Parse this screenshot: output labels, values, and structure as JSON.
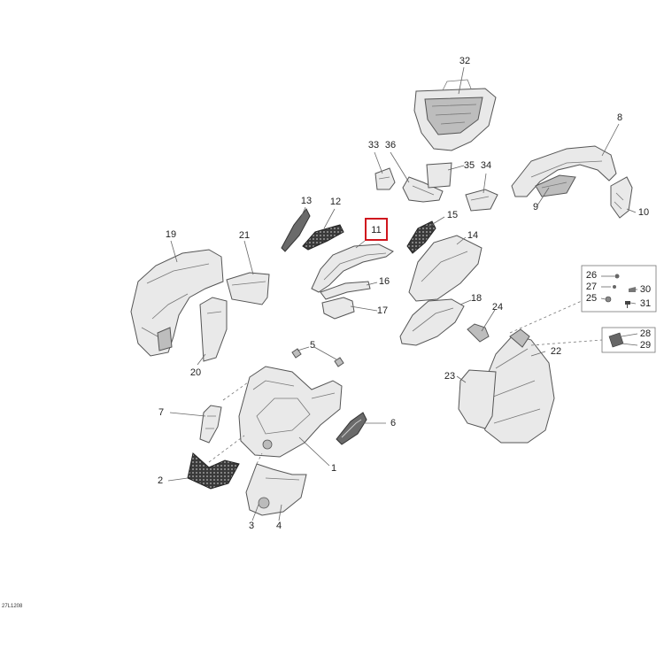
{
  "diagram": {
    "reference_code": "27L1208",
    "highlight_color": "#d0161e",
    "highlighted_part": "11",
    "callouts": [
      {
        "id": "c1",
        "label": "1"
      },
      {
        "id": "c2",
        "label": "2"
      },
      {
        "id": "c3",
        "label": "3"
      },
      {
        "id": "c4",
        "label": "4"
      },
      {
        "id": "c5",
        "label": "5"
      },
      {
        "id": "c6",
        "label": "6"
      },
      {
        "id": "c7",
        "label": "7"
      },
      {
        "id": "c8",
        "label": "8"
      },
      {
        "id": "c9",
        "label": "9"
      },
      {
        "id": "c10",
        "label": "10"
      },
      {
        "id": "c11",
        "label": "11"
      },
      {
        "id": "c12",
        "label": "12"
      },
      {
        "id": "c13",
        "label": "13"
      },
      {
        "id": "c14",
        "label": "14"
      },
      {
        "id": "c15",
        "label": "15"
      },
      {
        "id": "c16",
        "label": "16"
      },
      {
        "id": "c17",
        "label": "17"
      },
      {
        "id": "c18",
        "label": "18"
      },
      {
        "id": "c19",
        "label": "19"
      },
      {
        "id": "c20",
        "label": "20"
      },
      {
        "id": "c21",
        "label": "21"
      },
      {
        "id": "c22",
        "label": "22"
      },
      {
        "id": "c23",
        "label": "23"
      },
      {
        "id": "c24",
        "label": "24"
      },
      {
        "id": "c25",
        "label": "25"
      },
      {
        "id": "c26",
        "label": "26"
      },
      {
        "id": "c27",
        "label": "27"
      },
      {
        "id": "c28",
        "label": "28"
      },
      {
        "id": "c29",
        "label": "29"
      },
      {
        "id": "c30",
        "label": "30"
      },
      {
        "id": "c31",
        "label": "31"
      },
      {
        "id": "c32",
        "label": "32"
      },
      {
        "id": "c33",
        "label": "33"
      },
      {
        "id": "c34",
        "label": "34"
      },
      {
        "id": "c35",
        "label": "35"
      },
      {
        "id": "c36",
        "label": "36"
      }
    ]
  }
}
